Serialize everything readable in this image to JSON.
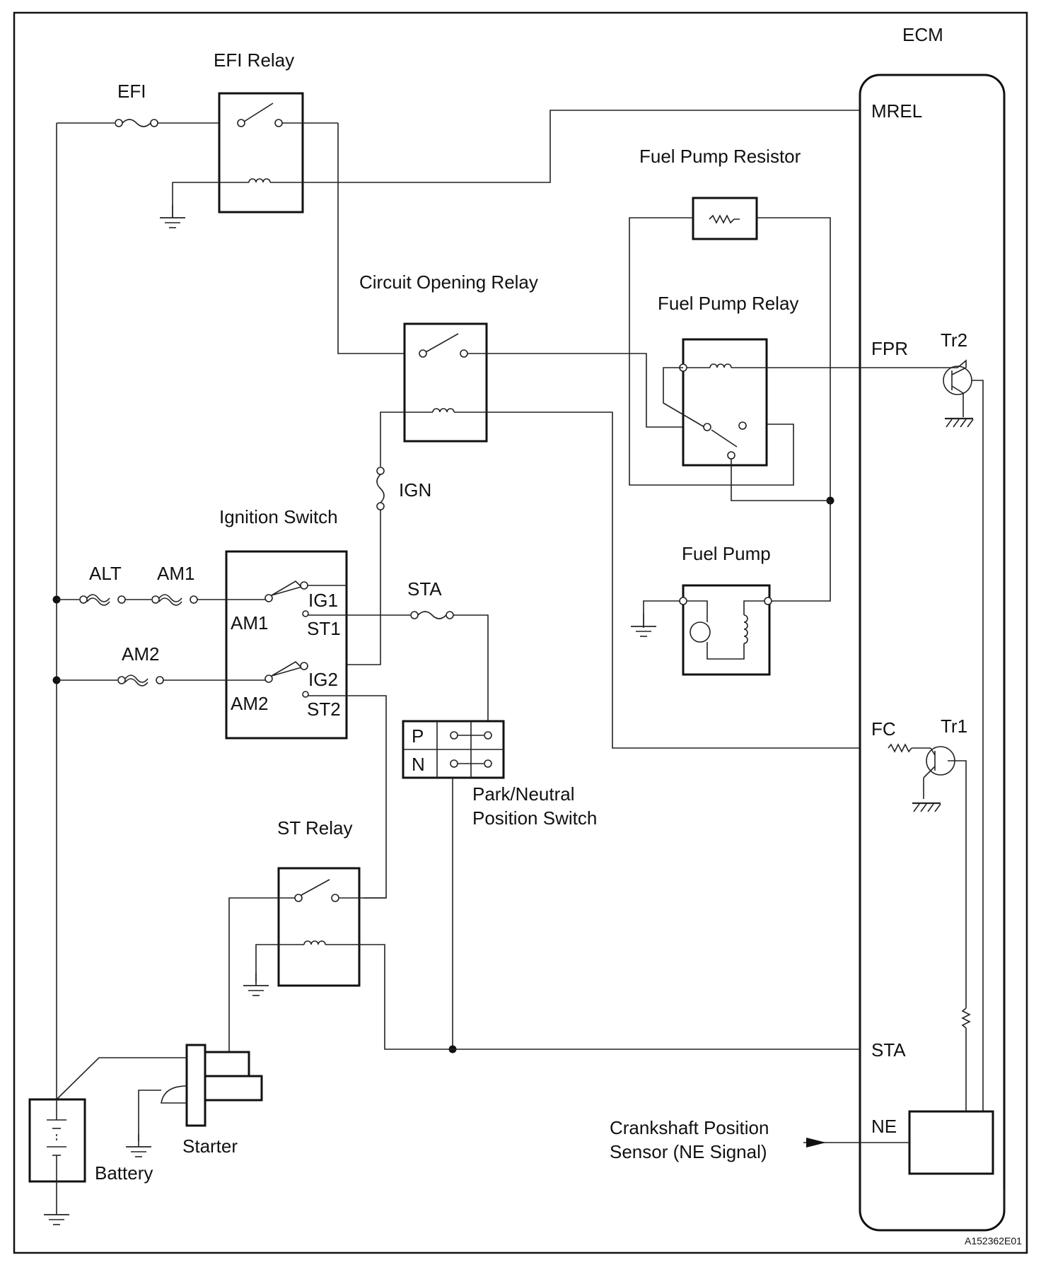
{
  "labels": {
    "ecm": "ECM",
    "efi_relay": "EFI Relay",
    "efi_fuse": "EFI",
    "mrel": "MREL",
    "fuel_pump_resistor": "Fuel Pump Resistor",
    "circuit_opening_relay": "Circuit Opening Relay",
    "fuel_pump_relay": "Fuel Pump Relay",
    "fpr": "FPR",
    "tr2": "Tr2",
    "ign": "IGN",
    "ignition_switch": "Ignition Switch",
    "fuel_pump": "Fuel Pump",
    "alt": "ALT",
    "am1_fuse": "AM1",
    "ig1": "IG1",
    "sta_fuse": "STA",
    "am1": "AM1",
    "st1": "ST1",
    "am2_fuse": "AM2",
    "ig2": "IG2",
    "am2": "AM2",
    "st2": "ST2",
    "p": "P",
    "n": "N",
    "fc": "FC",
    "tr1": "Tr1",
    "park_neutral_line1": "Park/Neutral",
    "park_neutral_line2": "Position Switch",
    "st_relay": "ST Relay",
    "sta_ecm": "STA",
    "starter": "Starter",
    "crankshaft_line1": "Crankshaft Position",
    "crankshaft_line2": "Sensor (NE Signal)",
    "ne": "NE",
    "battery": "Battery",
    "figure_code": "A152362E01"
  }
}
